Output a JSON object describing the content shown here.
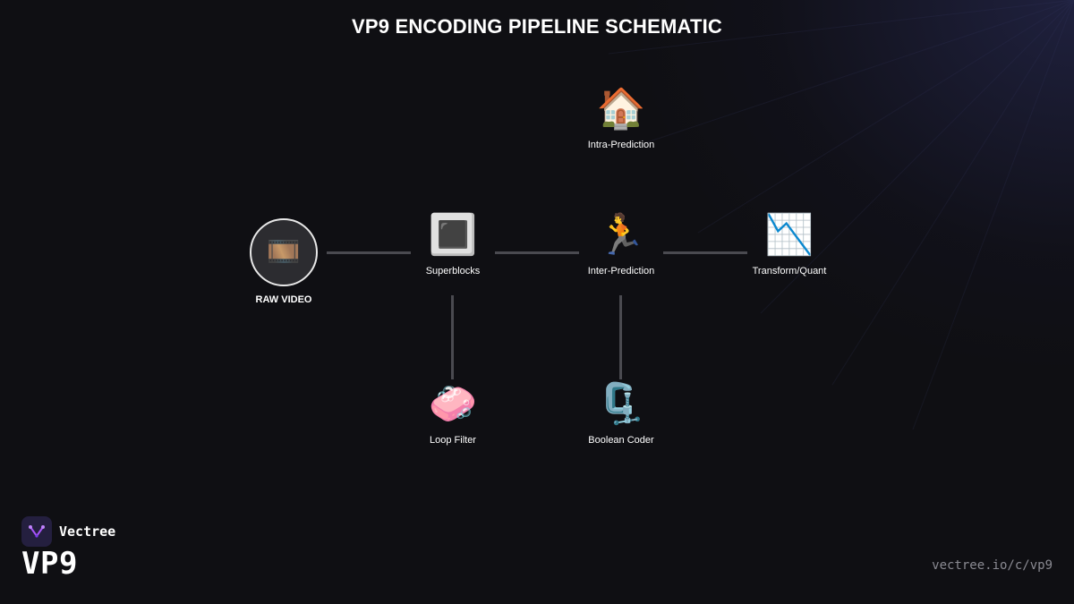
{
  "title": "VP9 ENCODING PIPELINE SCHEMATIC",
  "root": {
    "label": "RAW VIDEO",
    "icon": "film-frames-icon",
    "glyph": "🎞️"
  },
  "nodes": {
    "intra": {
      "label": "Intra-Prediction",
      "icon": "house-icon",
      "glyph": "🏠"
    },
    "superblocks": {
      "label": "Superblocks",
      "icon": "black-square-button-icon",
      "glyph": "🔳"
    },
    "inter": {
      "label": "Inter-Prediction",
      "icon": "running-person-icon",
      "glyph": "🏃"
    },
    "transform": {
      "label": "Transform/Quant",
      "icon": "chart-decreasing-icon",
      "glyph": "📉"
    },
    "loop_filter": {
      "label": "Loop Filter",
      "icon": "soap-icon",
      "glyph": "🧼"
    },
    "boolean_coder": {
      "label": "Boolean Coder",
      "icon": "clamp-icon",
      "glyph": "🗜️"
    }
  },
  "brand": {
    "name": "Vectree",
    "product": "VP9",
    "url": "vectree.io/c/vp9",
    "accent": "#a855f7",
    "logo_bg": "#241f3f"
  },
  "colors": {
    "background": "#0f0f13",
    "connector": "#4a4a50",
    "text": "#ffffff",
    "muted": "#8a8a92"
  }
}
